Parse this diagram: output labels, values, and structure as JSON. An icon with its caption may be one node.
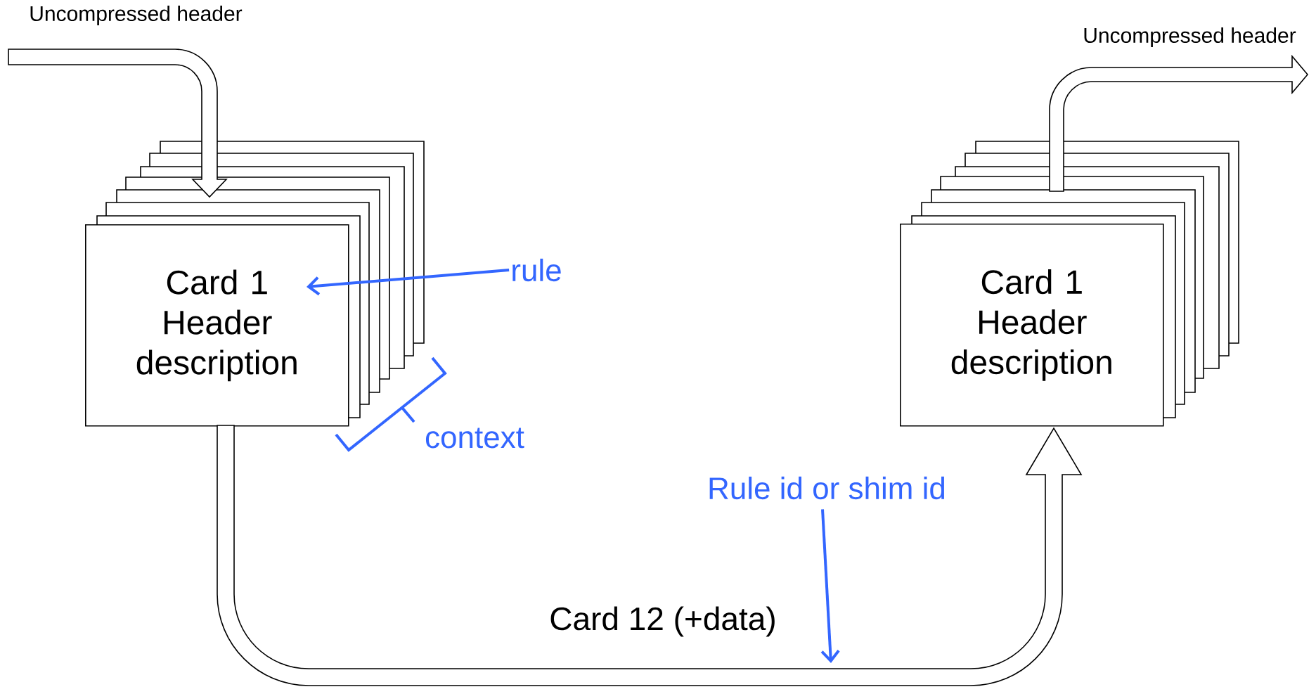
{
  "diagram": {
    "nodes": [
      {
        "text": [
          "Card 1 Header description"
        ]
      },
      {
        "text": [
          "rule"
        ]
      },
      {
        "text": [
          "Card 1 Header description"
        ]
      },
      {
        "text": [
          "Rule id or shim id"
        ]
      }
    ],
    "edges": [
      {
        "from": null,
        "to": 0,
        "arrow": "to",
        "label": "Uncompressed header"
      },
      {
        "from": 2,
        "to": null,
        "arrow": "to",
        "label": "Uncompressed header"
      },
      {
        "from": 0,
        "to": 2,
        "arrow": "to",
        "label": "Card 12 (+data)"
      },
      {
        "from": 1,
        "to": 0,
        "arrow": "to",
        "color": "#3366ff"
      },
      {
        "from": 3,
        "to": null,
        "arrow": "to",
        "color": "#3366ff"
      }
    ],
    "labels": [
      "context"
    ]
  }
}
